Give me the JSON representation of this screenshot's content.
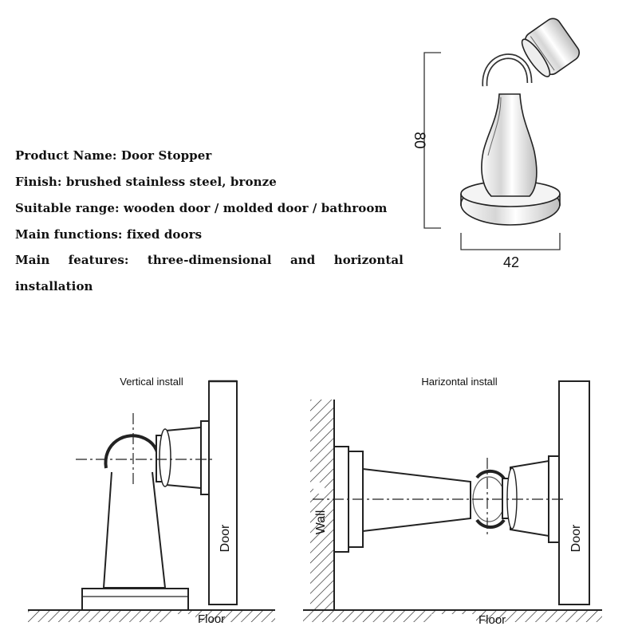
{
  "specs": {
    "product_name": "Product Name: Door Stopper",
    "finish": "Finish: brushed stainless steel, bronze",
    "suitable_range": "Suitable range: wooden door / molded door / bathroom",
    "main_functions": "Main functions: fixed doors",
    "main_features_words": [
      "Main",
      "features:",
      "three-dimensional",
      "and",
      "horizontal"
    ],
    "main_features_cont": "installation"
  },
  "product_drawing": {
    "height_dim": "80",
    "width_dim": "42"
  },
  "vertical_install": {
    "title": "Vertical install",
    "door_label": "Door",
    "floor_label": "Floor"
  },
  "horizontal_install": {
    "title": "Harizontal install",
    "wall_label": "Wall",
    "door_label": "Door",
    "floor_label": "Floor"
  }
}
